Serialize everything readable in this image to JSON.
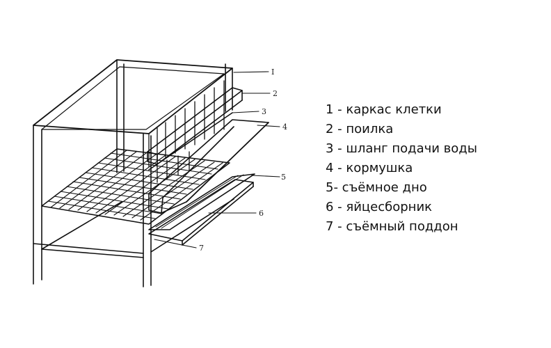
{
  "diagram": {
    "callouts": [
      "I",
      "2",
      "3",
      "4",
      "5",
      "6",
      "7"
    ]
  },
  "legend": [
    "1 - каркас клетки",
    "2 - поилка",
    "3 - шланг подачи воды",
    "4 - кормушка",
    "5- съёмное дно",
    "6 - яйцесборник",
    "7 - съёмный поддон"
  ]
}
